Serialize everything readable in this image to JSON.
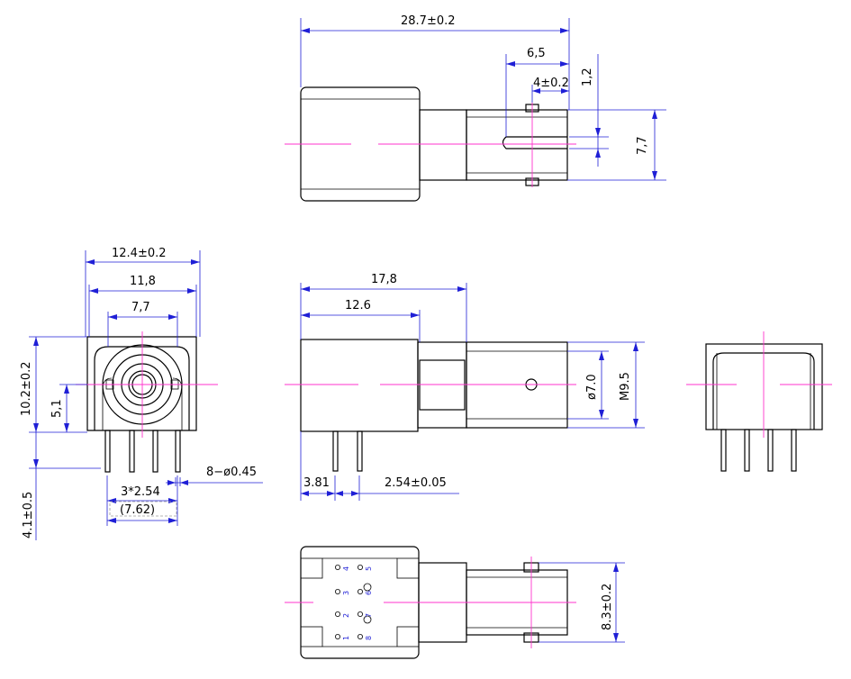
{
  "dimensions": {
    "top_length": "28.7±0.2",
    "top_plug": "6,5",
    "top_offset": "4±0.2",
    "top_pin_h": "1,2",
    "top_height": "7,7",
    "front_width": "12.4±0.2",
    "front_inner": "11,8",
    "front_center": "7,7",
    "front_height": "10.2±0.2",
    "front_half": "5,1",
    "front_pinlen": "4.1±0.5",
    "pin_pitch_sum": "3*2.54",
    "pin_pitch_total": "(7.62)",
    "pin_dia": "8−ø0.45",
    "side_length": "17,8",
    "side_body": "12.6",
    "side_pin_offset": "3.81",
    "side_pin_pitch": "2.54±0.05",
    "side_dia": "ø7.0",
    "side_thread": "M9.5",
    "bottom_width": "8.3±0.2"
  },
  "pins": [
    "4",
    "5",
    "3",
    "6",
    "2",
    "7",
    "1",
    "8"
  ],
  "colors": {
    "dimension": "#1f1fd6",
    "centerline": "#ff33cc",
    "outline": "#000000",
    "hidden": "#9a9a9a"
  }
}
